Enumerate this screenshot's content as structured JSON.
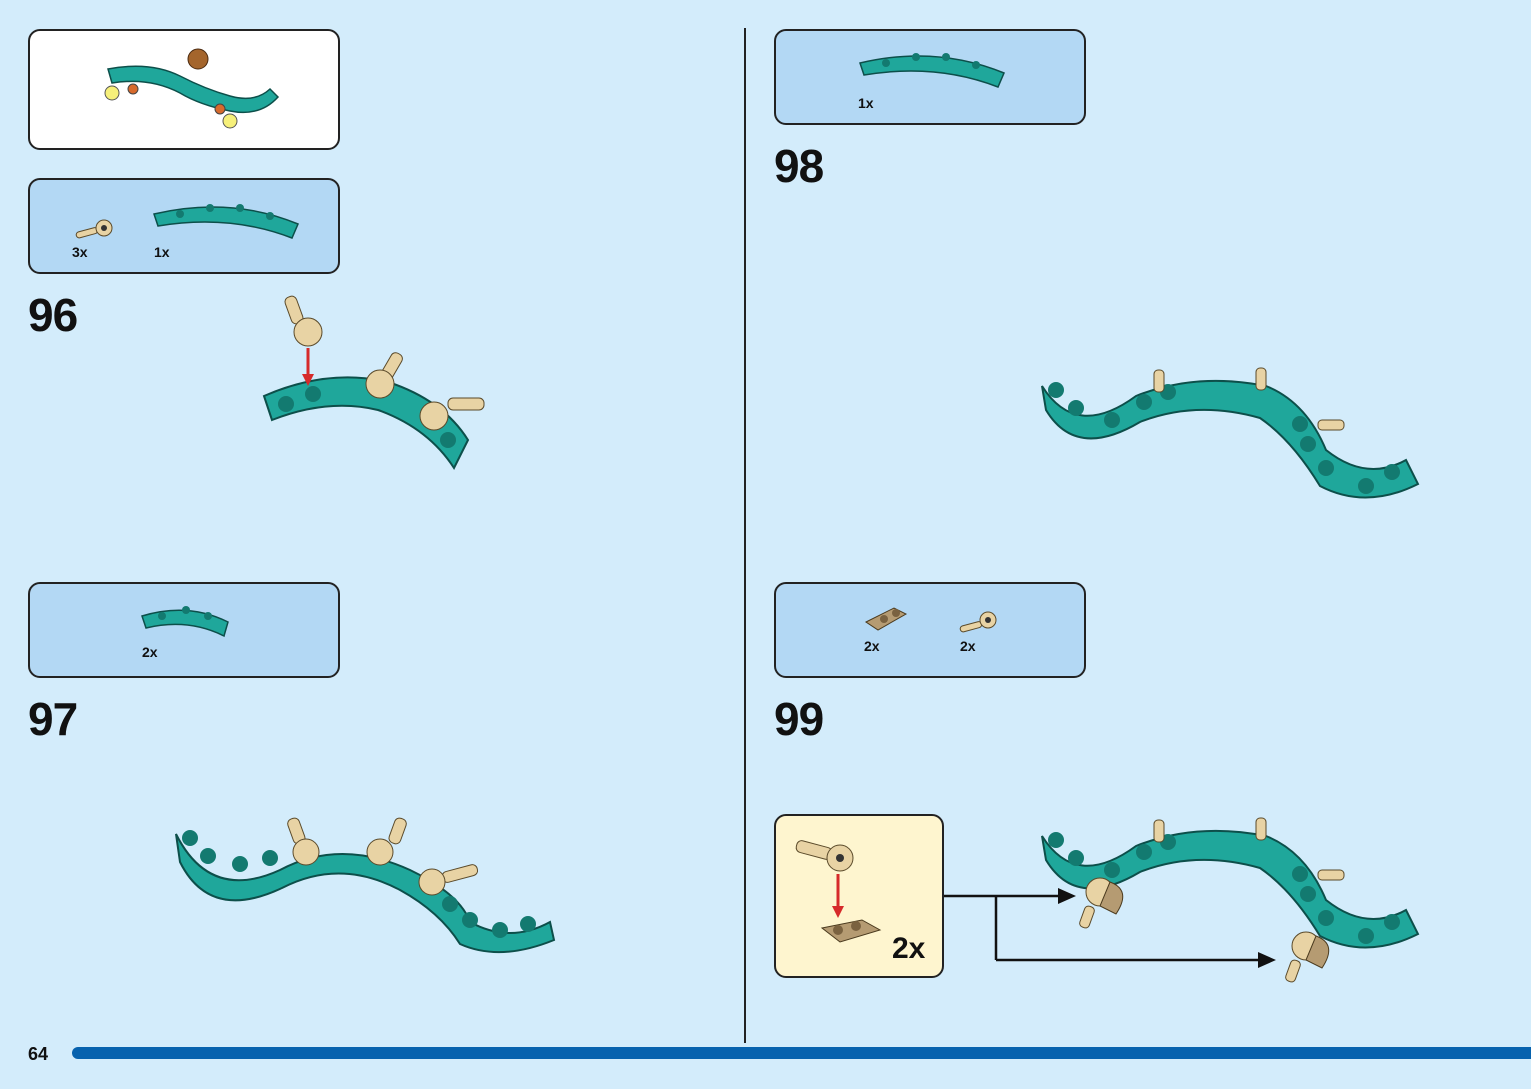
{
  "page_number": "64",
  "preview": {
    "description_icon": "assembled-dragon-section"
  },
  "steps": [
    {
      "number": "96",
      "parts": [
        {
          "qty": "3x",
          "icon": "tan-clip-plate-icon"
        },
        {
          "qty": "1x",
          "icon": "teal-curved-plate-icon"
        }
      ]
    },
    {
      "number": "97",
      "parts": [
        {
          "qty": "2x",
          "icon": "teal-curved-plate-small-icon"
        }
      ]
    },
    {
      "number": "98",
      "parts": [
        {
          "qty": "1x",
          "icon": "teal-curved-plate-icon"
        }
      ]
    },
    {
      "number": "99",
      "parts": [
        {
          "qty": "2x",
          "icon": "dark-tan-plate-icon"
        },
        {
          "qty": "2x",
          "icon": "tan-clip-plate-icon"
        }
      ],
      "subassembly_qty": "2x"
    }
  ],
  "colors": {
    "background": "#d3ecfb",
    "parts_box": "#b3d8f4",
    "teal": "#1fa79b",
    "tan": "#e8d3a4",
    "accent_bar": "#0762ae",
    "arrow_red": "#d62a2a"
  }
}
